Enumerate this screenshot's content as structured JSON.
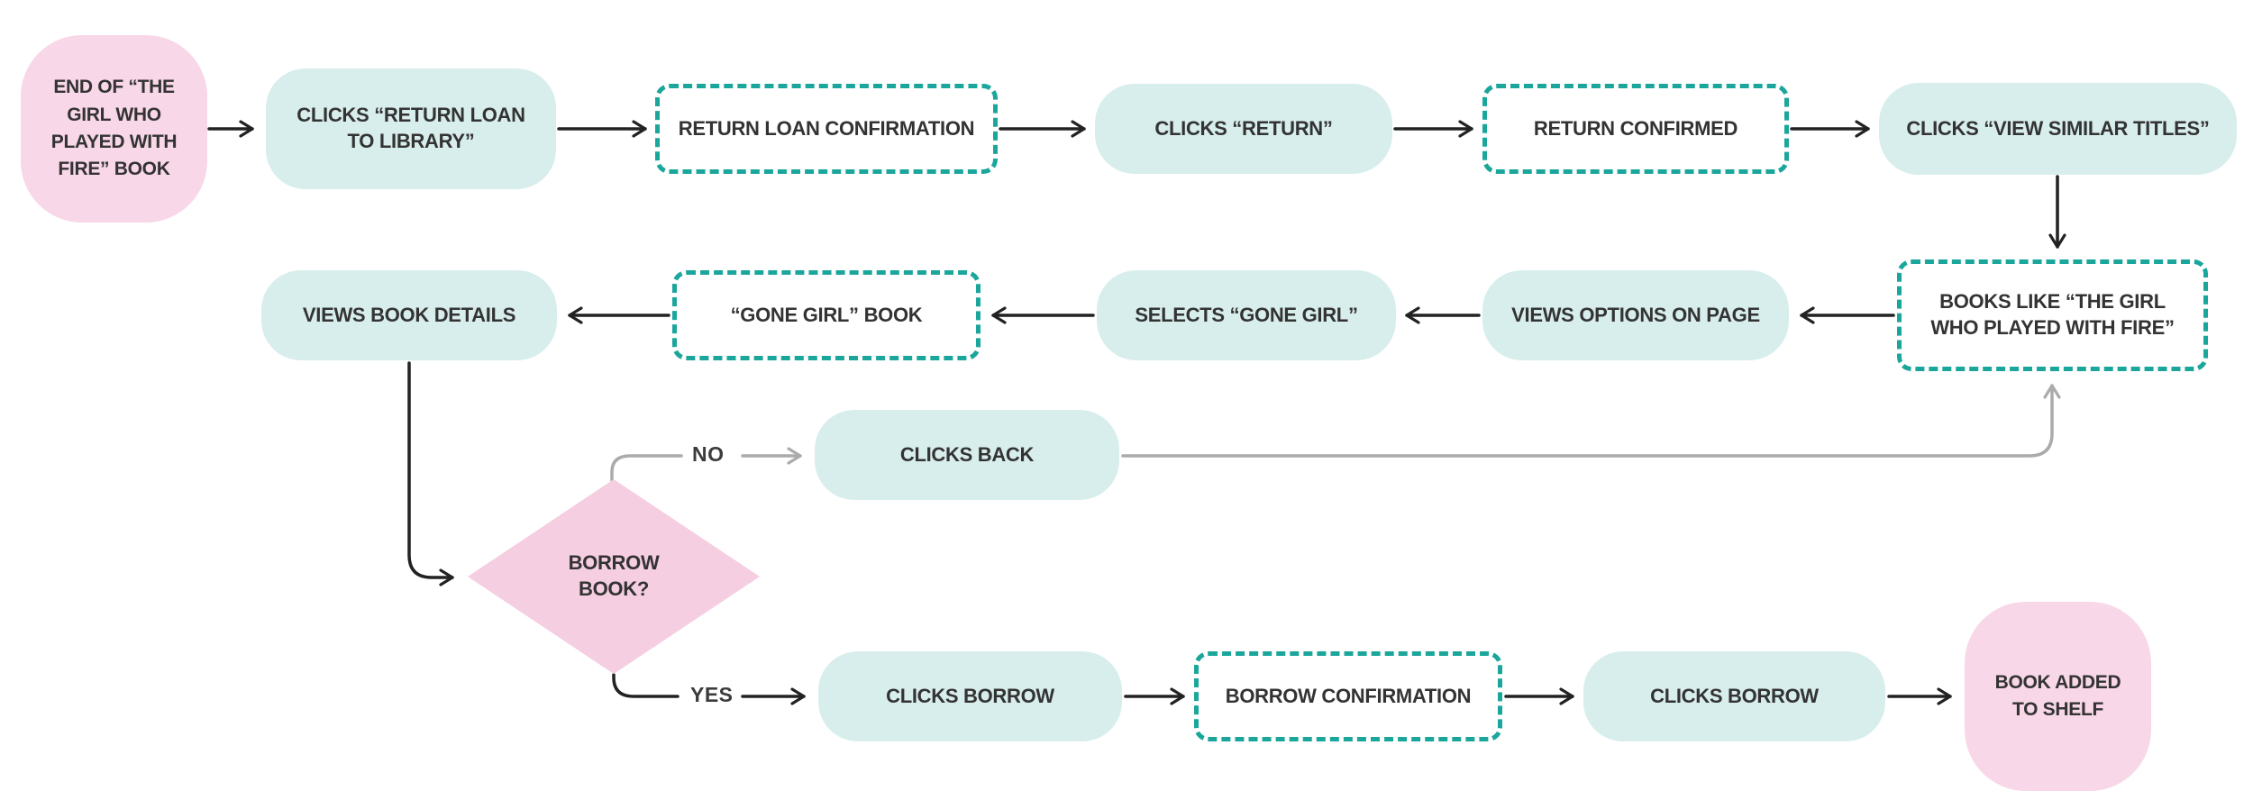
{
  "flowchart": {
    "nodes": {
      "start": {
        "label": "END OF “THE GIRL WHO PLAYED WITH FIRE” BOOK",
        "type": "terminal"
      },
      "clicks_return_loan": {
        "label": "CLICKS “RETURN LOAN TO LIBRARY”",
        "type": "action"
      },
      "return_loan_confirmation": {
        "label": "RETURN LOAN CONFIRMATION",
        "type": "screen"
      },
      "clicks_return": {
        "label": "CLICKS “RETURN”",
        "type": "action"
      },
      "return_confirmed": {
        "label": "RETURN CONFIRMED",
        "type": "screen"
      },
      "clicks_view_similar": {
        "label": "CLICKS “VIEW SIMILAR TITLES”",
        "type": "action"
      },
      "books_like": {
        "label": "BOOKS LIKE “THE GIRL WHO PLAYED WITH FIRE”",
        "type": "screen"
      },
      "views_options": {
        "label": "VIEWS OPTIONS ON PAGE",
        "type": "action"
      },
      "selects_gone_girl": {
        "label": "SELECTS “GONE GIRL”",
        "type": "action"
      },
      "gone_girl_book": {
        "label": "“GONE GIRL” BOOK",
        "type": "screen"
      },
      "views_book_details": {
        "label": "VIEWS BOOK DETAILS",
        "type": "action"
      },
      "clicks_back": {
        "label": "CLICKS BACK",
        "type": "action"
      },
      "borrow_book_decision": {
        "label": "BORROW BOOK?",
        "type": "decision"
      },
      "clicks_borrow_1": {
        "label": "CLICKS BORROW",
        "type": "action"
      },
      "borrow_confirmation": {
        "label": "BORROW CONFIRMATION",
        "type": "screen"
      },
      "clicks_borrow_2": {
        "label": "CLICKS BORROW",
        "type": "action"
      },
      "end_book_added": {
        "label": "BOOK ADDED TO SHELF",
        "type": "terminal"
      }
    },
    "edge_labels": {
      "no": "NO",
      "yes": "YES"
    },
    "colors": {
      "action_fill": "#d8eeec",
      "terminal_fill": "#f8d7e8",
      "decision_fill": "#f5cee2",
      "screen_border": "#1ba69c",
      "connector": "#222222",
      "connector_muted": "#ababab",
      "text": "#333333",
      "label_text": "#3c3c3c",
      "background": "#ffffff"
    }
  }
}
